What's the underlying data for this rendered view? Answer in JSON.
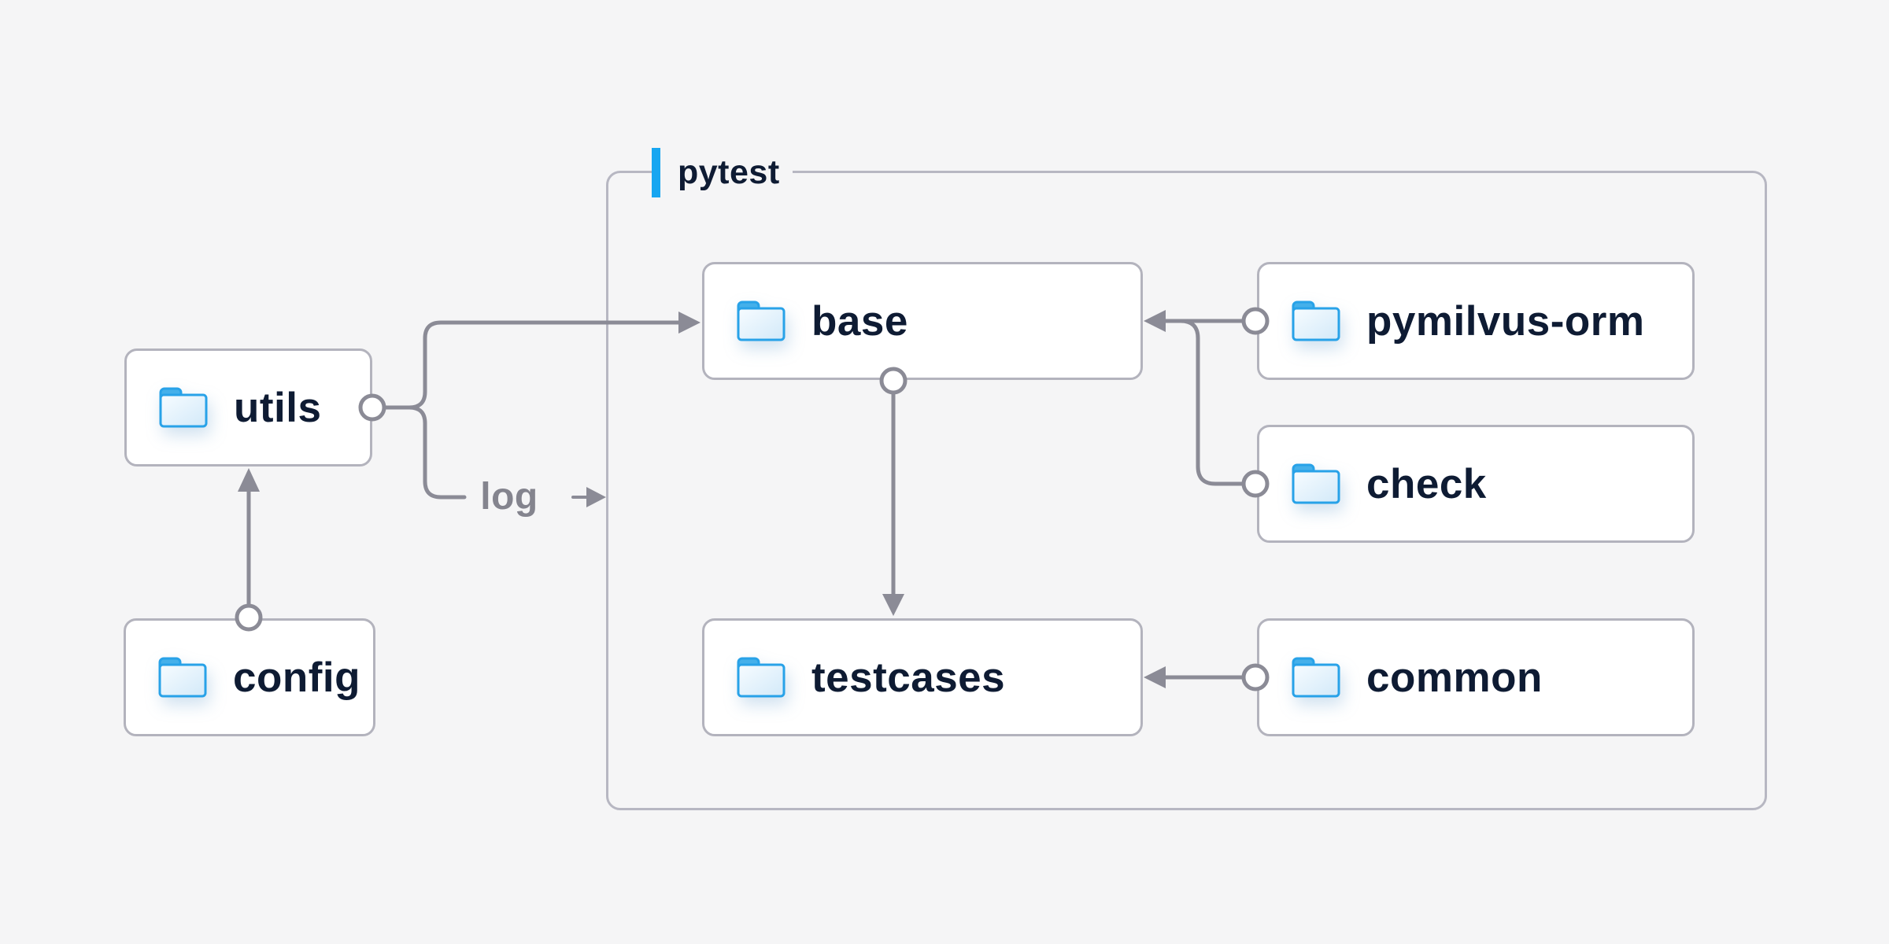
{
  "diagram": {
    "container": {
      "label": "pytest"
    },
    "nodes": {
      "utils": {
        "label": "utils",
        "icon": "folder-icon"
      },
      "config": {
        "label": "config",
        "icon": "folder-icon"
      },
      "base": {
        "label": "base",
        "icon": "folder-icon"
      },
      "pymilvus_orm": {
        "label": "pymilvus-orm",
        "icon": "folder-icon"
      },
      "check": {
        "label": "check",
        "icon": "folder-icon"
      },
      "testcases": {
        "label": "testcases",
        "icon": "folder-icon"
      },
      "common": {
        "label": "common",
        "icon": "folder-icon"
      }
    },
    "edges": {
      "log_label": "log"
    },
    "colors": {
      "background": "#f5f5f6",
      "node_fill": "#ffffff",
      "box_border": "#b3b3bd",
      "container_border": "#b7b7c2",
      "line": "#8b8b96",
      "accent": "#17a6f1",
      "text": "#0e1b33",
      "muted": "#84848e",
      "folder_stroke": "#28a2e8",
      "folder_tab": "#45b0ea"
    }
  }
}
